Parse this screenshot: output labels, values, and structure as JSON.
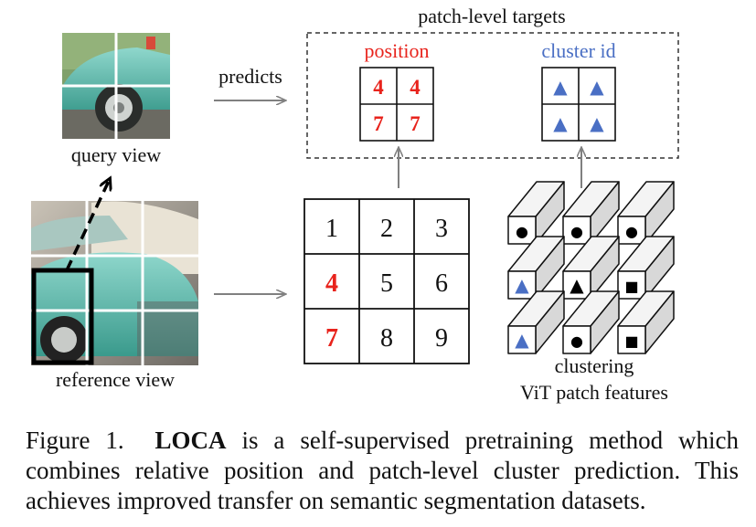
{
  "figure": {
    "query_view_label": "query view",
    "reference_view_label": "reference view",
    "predicts_label": "predicts",
    "targets_title": "patch-level targets",
    "position_label": "position",
    "cluster_id_label": "cluster id",
    "position_grid": [
      "4",
      "4",
      "7",
      "7"
    ],
    "cluster_grid": [
      "▲",
      "▲",
      "▲",
      "▲"
    ],
    "reference_grid": [
      "1",
      "2",
      "3",
      "4",
      "5",
      "6",
      "7",
      "8",
      "9"
    ],
    "highlighted_cells": [
      "4",
      "7"
    ],
    "clustering_label": "clustering",
    "vit_label": "ViT patch features",
    "feature_symbols": [
      [
        "●",
        "●",
        "●"
      ],
      [
        "▲",
        "▲",
        "■"
      ],
      [
        "▲",
        "●",
        "■"
      ]
    ],
    "colors": {
      "position": "#e8231c",
      "cluster": "#4a6fc4",
      "arrow": "#808080",
      "text": "#111111"
    }
  },
  "caption": {
    "prefix": "Figure 1.",
    "bold": "LOCA",
    "text": "is a self-supervised pretraining method which combines relative position and patch-level cluster prediction. This achieves improved transfer on semantic segmentation datasets."
  }
}
